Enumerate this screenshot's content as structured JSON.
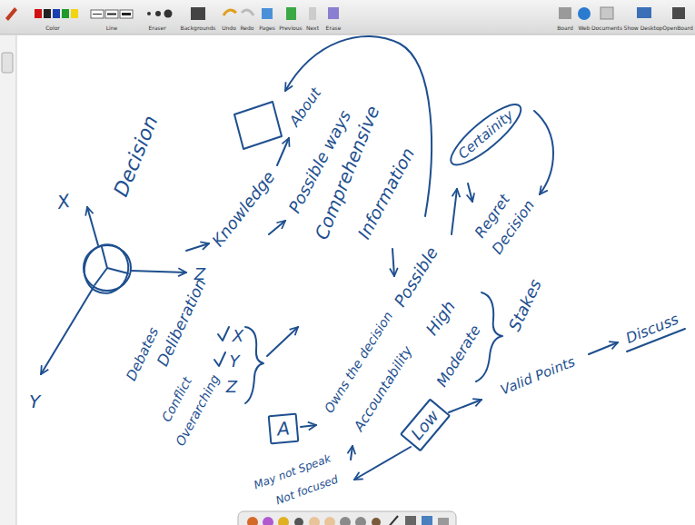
{
  "diagram": {
    "nodes": [
      {
        "text": [
          "Certainity"
        ]
      },
      {
        "text": [
          "A"
        ]
      },
      {
        "text": [
          "Low"
        ]
      }
    ],
    "labels": [
      "Color",
      "Line",
      "Eraser",
      "Backgrounds",
      "Undo",
      "Redo",
      "Pages",
      "Previous",
      "Next",
      "Erase",
      "Board",
      "Web",
      "Documents",
      "Show Desktop",
      "OpenBoard",
      "Decision",
      "X",
      "Z",
      "Y",
      "Knowledge",
      "About",
      "Possible ways",
      "Comprehensive",
      "Information",
      "Possible",
      "Regret",
      "Decision",
      "Deliberation",
      "Debates",
      "X",
      "Y",
      "Z",
      "Conflict",
      "Overarching",
      "Owns the decision",
      "Accountability",
      "High",
      "Moderate",
      "Stakes",
      "Valid Points",
      "Discuss",
      "May not Speak",
      "Not focused"
    ]
  }
}
